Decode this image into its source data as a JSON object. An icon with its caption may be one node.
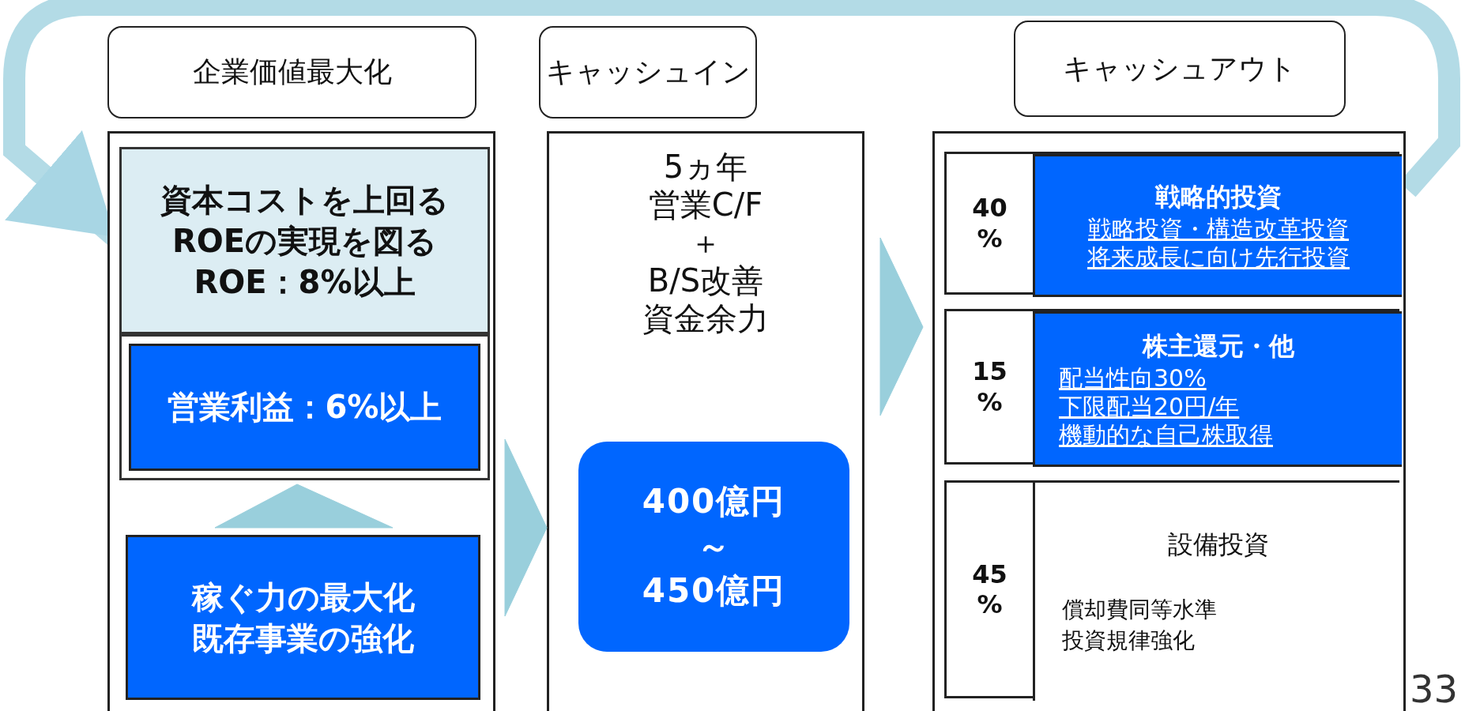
{
  "diagram": {
    "nodes": [
      {
        "text": [
          "企業価値最大化"
        ]
      },
      {
        "text": [
          "キャッシュイン"
        ]
      },
      {
        "text": [
          "キャッシュアウト"
        ]
      },
      {
        "text": [],
        "shape": "box"
      },
      {
        "text": [
          "資本コストを上回るROEの実現を図るROE：8%以上"
        ],
        "in": 3
      },
      {
        "text": [
          "営業利益：6%以上"
        ],
        "in": 3
      },
      {
        "text": [
          "稼ぐ力の最大化",
          "既存事業の強化"
        ],
        "in": 3
      },
      {
        "text": [
          "5ヵ年",
          "営業C/F",
          "＋",
          "B/S改善",
          "資金余力"
        ]
      },
      {
        "text": [
          "400億円",
          "～",
          "450億円"
        ],
        "in": 7
      },
      {
        "text": [],
        "shape": "box"
      },
      {
        "text": [
          "40 %"
        ],
        "in": 9
      },
      {
        "text": [
          "戦略的投資",
          "戦略投資・構造改革投資",
          "将来成長に向け先行投資"
        ],
        "in": 10
      },
      {
        "text": [
          "15 %"
        ],
        "in": 9
      },
      {
        "text": [
          "株主還元・他",
          "配当性向30%",
          "下限配当20円/年",
          "機動的な自己株取得"
        ],
        "in": 12
      },
      {
        "text": [
          "45 %"
        ],
        "in": 9
      },
      {
        "text": [
          "設備投資",
          "償却費同等水準",
          "投資規律強化"
        ],
        "in": 14
      }
    ],
    "edges": [
      {
        "from": 9,
        "to": 4,
        "arrow": "to"
      },
      {
        "from": 6,
        "to": 5,
        "arrow": "to"
      },
      {
        "from": 3,
        "to": 7,
        "arrow": "to"
      },
      {
        "from": 7,
        "to": 9,
        "arrow": "to"
      }
    ],
    "labels": [
      "33"
    ]
  }
}
